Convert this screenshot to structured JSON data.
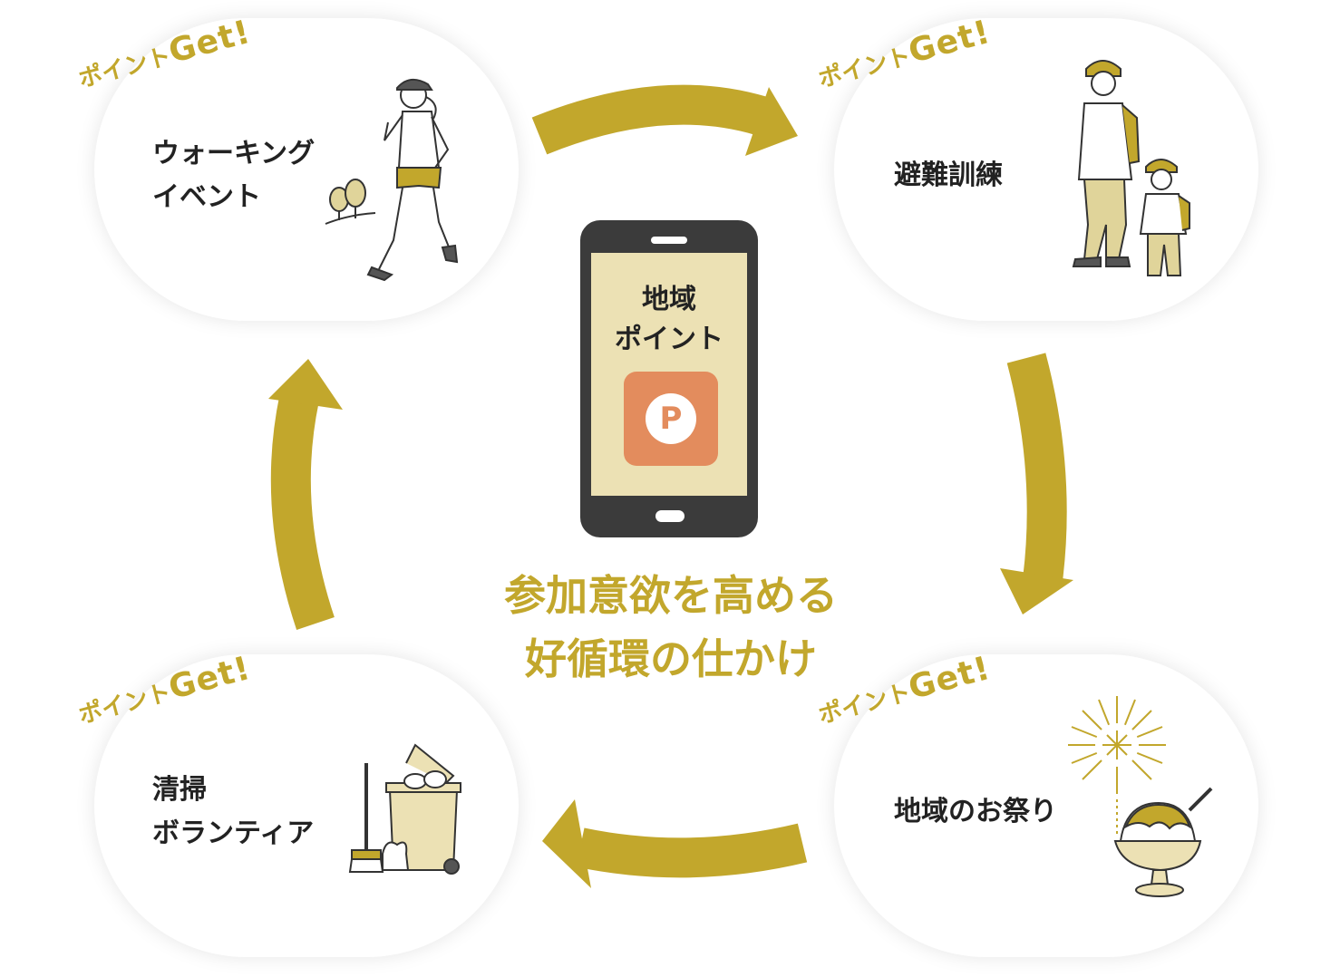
{
  "colors": {
    "accent": "#c2a72c",
    "phone_body": "#3b3b3b",
    "phone_screen": "#ece1b4",
    "app_icon": "#e38c5d"
  },
  "badge": {
    "prefix": "ポイント",
    "suffix": "Get!"
  },
  "cards": {
    "walking": {
      "label": "ウォーキング\nイベント",
      "icon": "runner-icon"
    },
    "drill": {
      "label": "避難訓練",
      "icon": "evacuation-drill-icon"
    },
    "cleanup": {
      "label": "清掃\nボランティア",
      "icon": "trash-bin-icon"
    },
    "festival": {
      "label": "地域のお祭り",
      "icon": "shaved-ice-fireworks-icon"
    }
  },
  "phone": {
    "title": "地域\nポイント",
    "app_icon_letter": "P"
  },
  "center_caption": "参加意欲を高める\n好循環の仕かけ"
}
